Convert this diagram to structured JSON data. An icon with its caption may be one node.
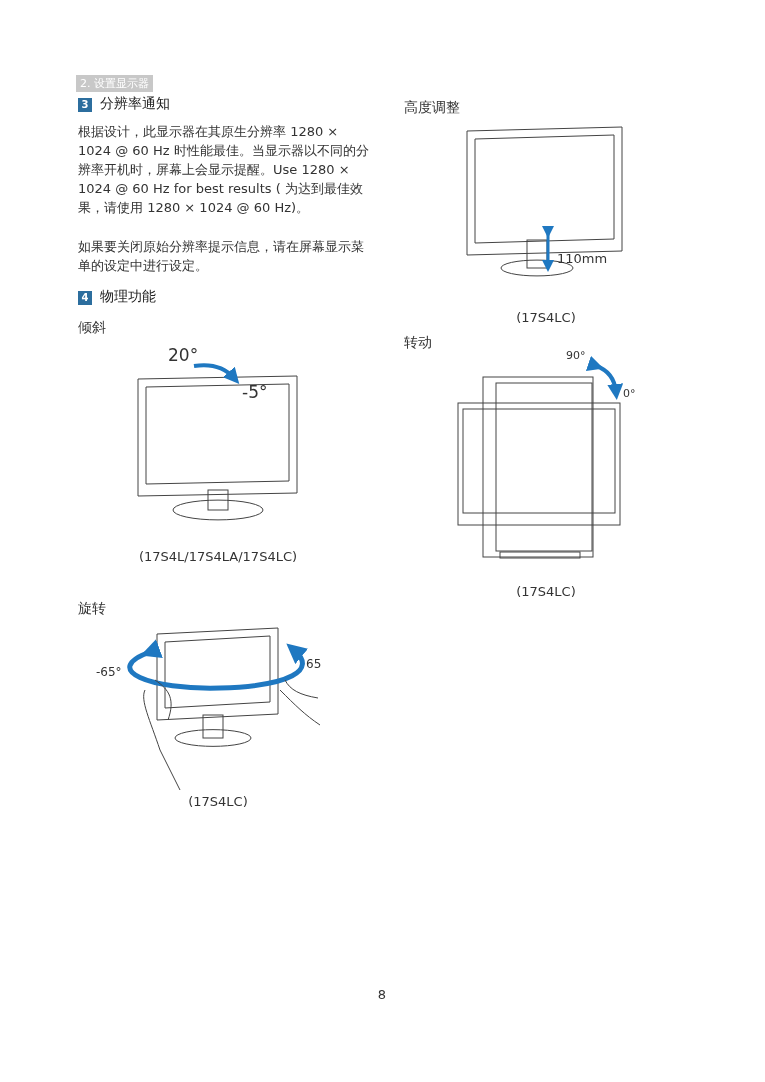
{
  "diagram": {
    "nodes": [
      {
        "text": [
          "2. 设置显示器"
        ]
      },
      {
        "text": [
          "3"
        ],
        "beside": [
          "分辨率通知"
        ]
      },
      {
        "text": [
          "4"
        ],
        "beside": [
          "物理功能"
        ]
      }
    ],
    "labels": [
      "根据设计，此显示器在其原生分辨率 1280 × 1024 @ 60 Hz 时性能最佳。当显示器以不同的分辨率开机时，屏幕上会显示提醒。Use 1280 × 1024 @ 60 Hz for best results ( 为达到最佳效果，请使用 1280 × 1024 @ 60 Hz)。",
      "如果要关闭原始分辨率提示信息，请在屏幕显示菜单的设定中进行设定。",
      "倾斜",
      "20°",
      "-5°",
      "(17S4L/17S4LA/17S4LC)",
      "旋转",
      "-65°",
      "65",
      "(17S4LC)",
      "高度调整",
      "110mm",
      "(17S4LC)",
      "转动",
      "90°",
      "0°",
      "(17S4LC)",
      "8"
    ]
  }
}
